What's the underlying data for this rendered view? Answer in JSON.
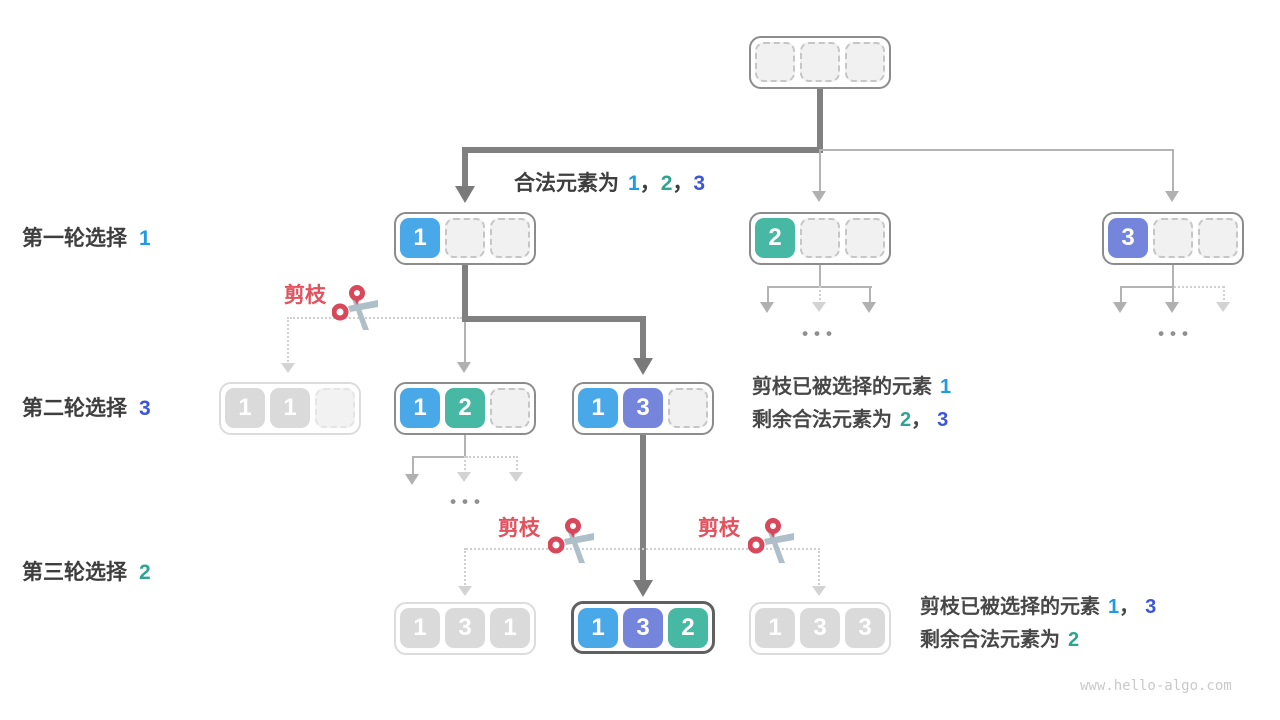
{
  "rounds": [
    {
      "label": "第一轮选择",
      "value": "1"
    },
    {
      "label": "第二轮选择",
      "value": "3"
    },
    {
      "label": "第三轮选择",
      "value": "2"
    }
  ],
  "legend": {
    "label": "合法元素为",
    "v1": "1",
    "v2": "2",
    "v3": "3",
    "sep": "，"
  },
  "prune_label": "剪枝",
  "annotations": {
    "round2": {
      "line1_label": "剪枝已被选择的元素",
      "line1_v1": "1",
      "line2_label": "剩余合法元素为",
      "line2_v1": "2",
      "line2_v2": "3",
      "sep": "，"
    },
    "round3": {
      "line1_label": "剪枝已被选择的元素",
      "line1_v1": "1",
      "line1_v2": "3",
      "line2_label": "剩余合法元素为",
      "line2_v1": "2",
      "sep": "，"
    }
  },
  "nodes": {
    "root": {
      "cells": [
        "",
        "",
        ""
      ]
    },
    "r1n1": {
      "cells": [
        "1",
        "",
        ""
      ]
    },
    "r1n2": {
      "cells": [
        "2",
        "",
        ""
      ]
    },
    "r1n3": {
      "cells": [
        "3",
        "",
        ""
      ]
    },
    "r2n1": {
      "cells": [
        "1",
        "1",
        ""
      ]
    },
    "r2n2": {
      "cells": [
        "1",
        "2",
        ""
      ]
    },
    "r2n3": {
      "cells": [
        "1",
        "3",
        ""
      ]
    },
    "r3n1": {
      "cells": [
        "1",
        "3",
        "1"
      ]
    },
    "r3n2": {
      "cells": [
        "1",
        "3",
        "2"
      ]
    },
    "r3n3": {
      "cells": [
        "1",
        "3",
        "3"
      ]
    }
  },
  "ellipsis": "•••",
  "watermark": "www.hello-algo.com",
  "colors": {
    "cell_blue": "#49A8E8",
    "cell_teal": "#46B8A4",
    "cell_indigo": "#7585DC",
    "cell_gray": "#DADADA",
    "text_blue": "#1E9CE0",
    "text_teal": "#2FA491",
    "text_indigo": "#3D55D8",
    "prune_red": "#E2525E",
    "edge_dark": "#808080",
    "edge_light": "#B3B3B3",
    "edge_dotted": "#CFCFCF"
  }
}
